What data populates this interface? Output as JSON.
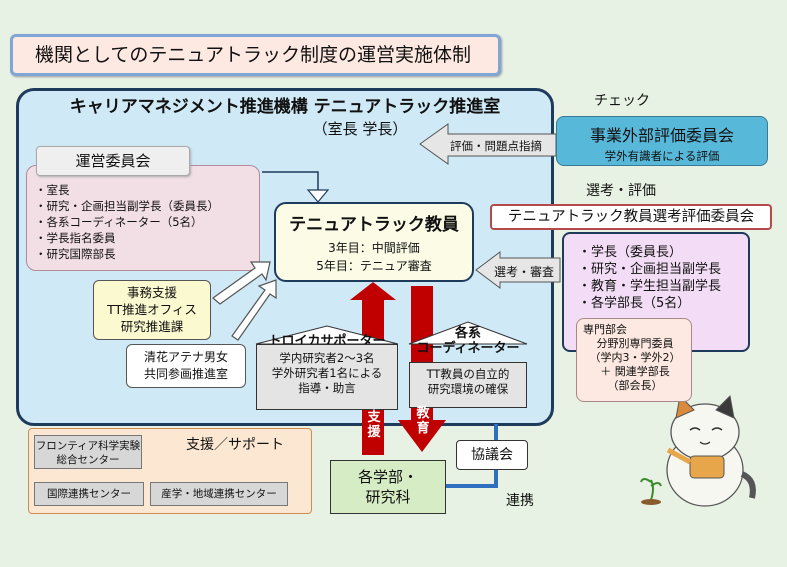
{
  "title": "機関としてのテニュアトラック制度の運営実施体制",
  "hq": {
    "title": "キャリアマネジメント推進機構 テニュアトラック推進室",
    "subtitle": "（室長 学長）"
  },
  "unei": {
    "label": "運営委員会",
    "items": [
      "室長",
      "研究・企画担当副学長（委員長）",
      "各系コーディネーター（5名）",
      "学長指名委員",
      "研究国際部長"
    ]
  },
  "tt": {
    "title": "テニュアトラック教員",
    "line1": "3年目：中間評価",
    "line2": "5年目：テニュア審査"
  },
  "jimu": {
    "line1": "事務支援",
    "line2": "TT推進オフィス",
    "line3": "研究推進課"
  },
  "seika": {
    "line1": "清花アテナ男女",
    "line2": "共同参画推進室"
  },
  "troika": {
    "title": "トロイカサポーター",
    "line1": "学内研究者2～3名",
    "line2": "学外研究者1名による",
    "line3": "指導・助言"
  },
  "coord": {
    "title1": "各系",
    "title2": "コーディネーター",
    "line1": "TT教員の自立的",
    "line2": "研究環境の確保"
  },
  "arrows": {
    "shien": "支援",
    "kyoiku": "教育",
    "hyoka": "評価・問題点指摘",
    "senko": "選考・審査"
  },
  "support": {
    "label": "支援／サポート",
    "items": [
      "フロンティア科学実験総合センター",
      "国際連携センター",
      "産学・地域連携センター"
    ]
  },
  "gakubu": {
    "line1": "各学部・",
    "line2": "研究科"
  },
  "kyogi": "協議会",
  "renkei": "連携",
  "check": "チェック",
  "gaibu": {
    "title": "事業外部評価委員会",
    "sub": "学外有識者による評価"
  },
  "senko_label": "選考・評価",
  "senko_title": "テニュアトラック教員選考評価委員会",
  "senko_items": [
    "学長（委員長）",
    "研究・企画担当副学長",
    "教育・学生担当副学長",
    "各学部長（5名）"
  ],
  "senmon": {
    "line1": "専門部会",
    "line2": "分野別専門委員",
    "line3": "（学内3・学外2）",
    "line4": "＋ 関連学部長",
    "line5": "（部会長）"
  },
  "colors": {
    "red_arrow": "#c00000",
    "blue_line": "#2f6fc0",
    "gray_arrow": "#e6e6e6"
  }
}
